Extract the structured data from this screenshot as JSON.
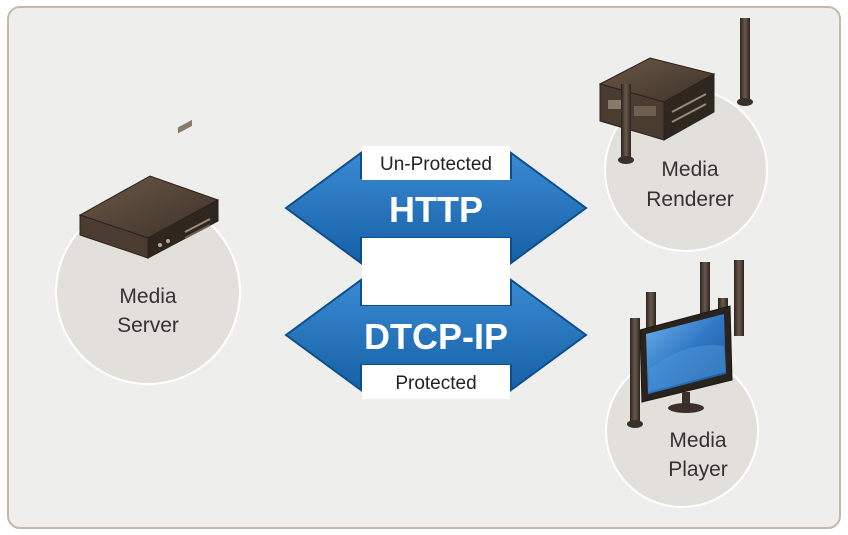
{
  "nodes": {
    "server": {
      "line1": "Media",
      "line2": "Server"
    },
    "renderer": {
      "line1": "Media",
      "line2": "Renderer"
    },
    "player": {
      "line1": "Media",
      "line2": "Player"
    }
  },
  "links": {
    "http": {
      "protocol": "HTTP",
      "protection": "Un-Protected"
    },
    "dtcp": {
      "protocol": "DTCP-IP",
      "protection": "Protected"
    }
  },
  "colors": {
    "panel_background": "#eeeeec",
    "panel_border": "#c9b8a6",
    "node_fill": "#e1e0db",
    "arrow_fill": "#1f73bd",
    "arrow_stroke": "#0d4f8c",
    "device_dark": "#3d3128",
    "screen_blue": "#2f78c4"
  },
  "icons": {
    "server": "media-server-box-icon",
    "renderer": "av-receiver-with-speakers-icon",
    "player": "tv-with-speakers-icon"
  }
}
